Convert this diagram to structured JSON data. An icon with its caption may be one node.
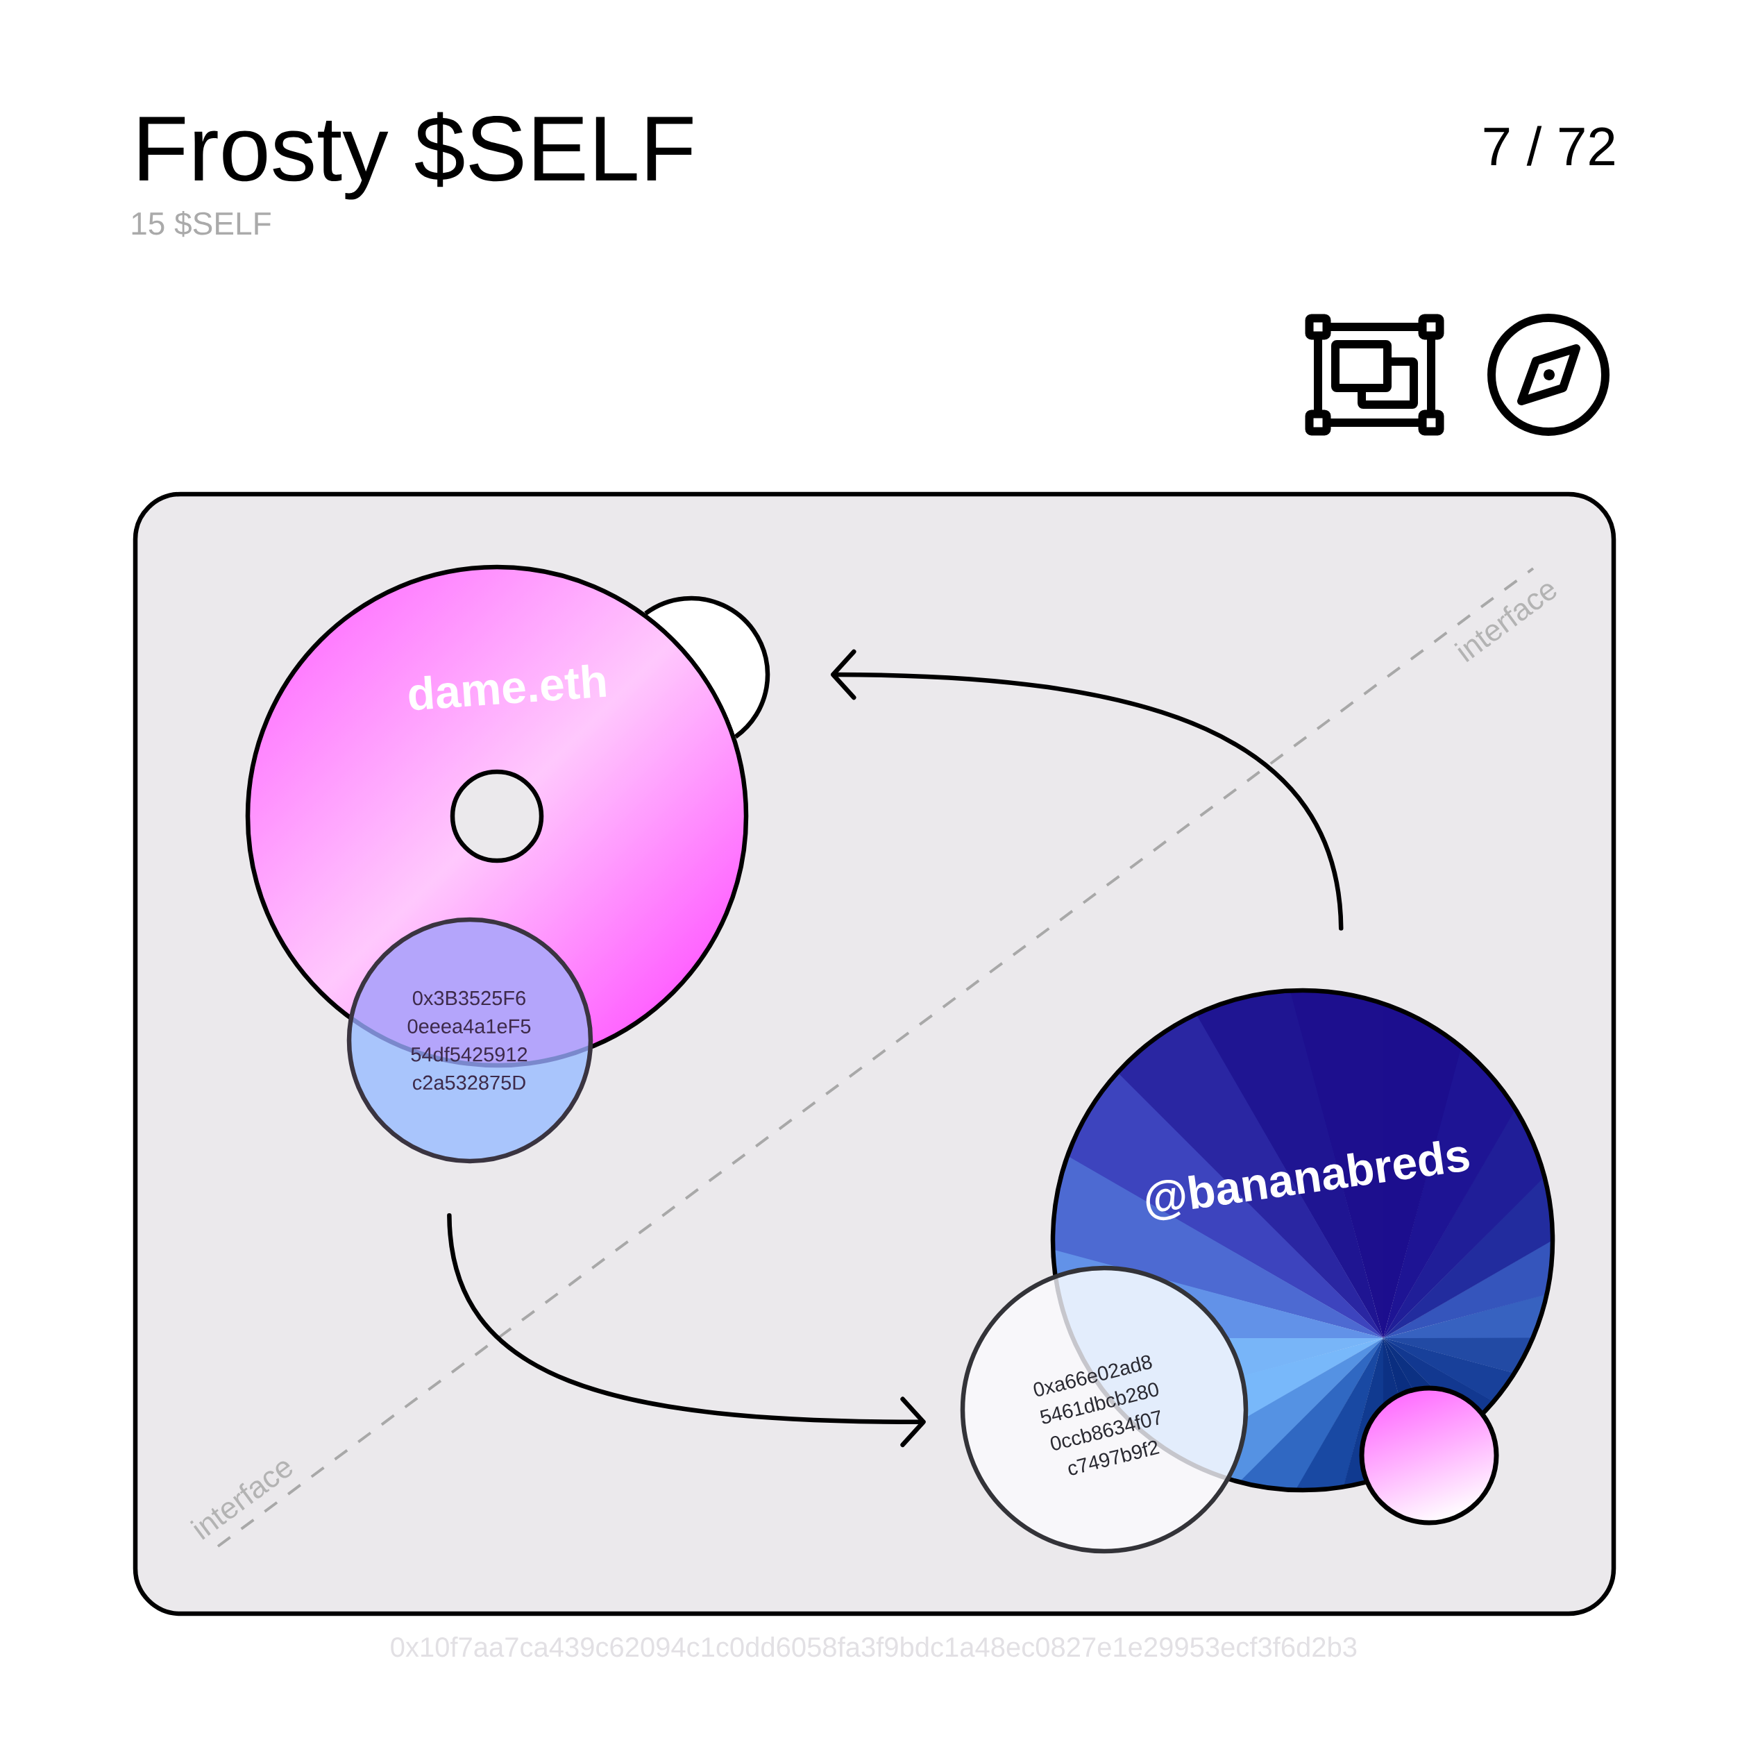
{
  "diagram": {
    "title": "Frosty $SELF",
    "nodes": [
      {
        "text": [
          "dame.eth"
        ]
      },
      {
        "text": [],
        "shape": "circle"
      },
      {
        "text": [],
        "shape": "circle",
        "in": 0
      },
      {
        "text": [
          "0x3B3525F6 0eeea4a1eF5 54df5425912 c2a532875D"
        ]
      },
      {
        "text": [
          "@bananabreds"
        ]
      },
      {
        "text": [
          "0xa66e02ad8 5461dbcb280 0ccb8634f07 c7497b9f2"
        ]
      },
      {
        "text": [],
        "shape": "circle"
      }
    ],
    "edges": [
      {
        "from": 4,
        "to": 1,
        "arrow": "to"
      },
      {
        "from": 3,
        "to": 5,
        "arrow": "to"
      }
    ],
    "labels": [
      "7 / 72",
      "15 $SELF",
      "interface",
      "interface",
      "0x10f7aa7ca439c62094c1c0dd6058fa3f9bdc1a48ec0827e1e29953ecf3f6d2b3"
    ]
  }
}
